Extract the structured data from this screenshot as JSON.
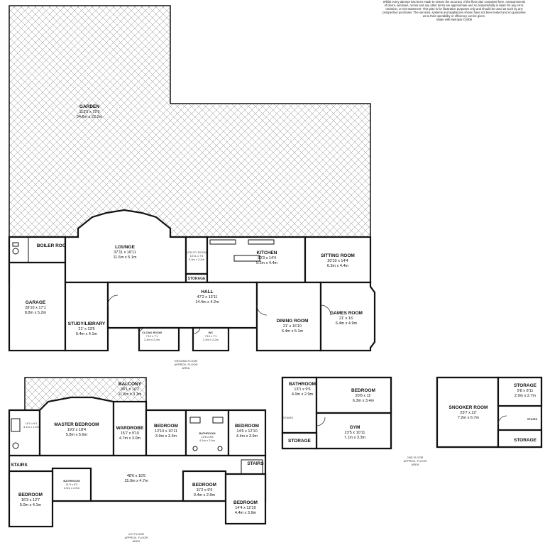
{
  "disclaimer": [
    "Whilst every attempt has been made to ensure the accuracy of the floor plan contained here, measurements",
    "of doors, windows, rooms and any other items are approximate and no responsibility is taken for any error,",
    "omission, or mis-statement. This plan is for illustrative purposes only and should be used as such by any",
    "prospective purchaser. The services, systems and appliances shown have not been tested and no guarantee",
    "as to their operability or efficiency can be given.",
    "Made with Metropix ©2009"
  ],
  "ground_floor": {
    "garden": {
      "name": "GARDEN",
      "dim_imperial": "113'5 x 72'9",
      "dim_metric": "34.6m x 22.2m"
    },
    "boiler_room": {
      "name": "BOILER ROOM"
    },
    "lounge": {
      "name": "LOUNGE",
      "dim_imperial": "37'11 x 16'11",
      "dim_metric": "11.6m x 5.1m"
    },
    "utility": {
      "name": "UTILITY ROOM",
      "dim_imperial": "10'11 x 7'3",
      "dim_metric": "3.3m x 2.2m"
    },
    "storage": {
      "name": "STORAGE"
    },
    "kitchen": {
      "name": "KITCHEN",
      "dim_imperial": "30'3 x 14'4",
      "dim_metric": "9.2m x 4.4m"
    },
    "sitting_room": {
      "name": "SITTING ROOM",
      "dim_imperial": "20'10 x 14'4",
      "dim_metric": "6.3m x 4.4m"
    },
    "garage": {
      "name": "GARAGE",
      "dim_imperial": "28'10 x 17'1",
      "dim_metric": "8.8m x 5.2m"
    },
    "hall": {
      "name": "HALL",
      "dim_imperial": "47'2 x 13'11",
      "dim_metric": "14.4m x 4.2m"
    },
    "study": {
      "name": "STUDY/LIBRARY",
      "dim_imperial": "21' x 13'5",
      "dim_metric": "6.4m x 4.1m"
    },
    "cloak_room": {
      "name": "CLOAK ROOM",
      "dim_imperial": "7'10 x 7'1",
      "dim_metric": "2.4m x 2.2m"
    },
    "wc": {
      "name": "WC",
      "dim_imperial": "7'10 x 7'1",
      "dim_metric": "2.4m x 2.2m"
    },
    "dining_room": {
      "name": "DINING ROOM",
      "dim_imperial": "21' x 16'10",
      "dim_metric": "6.4m x 5.1m"
    },
    "games_room": {
      "name": "GAMES ROOM",
      "dim_imperial": "21' x 16'",
      "dim_metric": "6.4m x 4.9m"
    },
    "floor_label": [
      "GROUND FLOOR",
      "APPROX. FLOOR",
      "AREA"
    ]
  },
  "first_floor": {
    "balcony": {
      "name": "BALCONY",
      "dim_imperial": "38'1 x 10'2",
      "dim_metric": "11.6m x 3.1m"
    },
    "master_bedroom": {
      "name": "MASTER BEDROOM",
      "dim_imperial": "19'2 x 18'4",
      "dim_metric": "5.8m x 5.6m"
    },
    "wardrobe": {
      "name": "WARDROBE",
      "dim_imperial": "15'7 x 9'10",
      "dim_metric": "4.7m x 3.0m"
    },
    "bedroom_a": {
      "name": "BEDROOM",
      "dim_imperial": "12'10 x 10'11",
      "dim_metric": "3.9m x 3.3m"
    },
    "bedroom_b": {
      "name": "BEDROOM",
      "dim_imperial": "14'6 x 12'10",
      "dim_metric": "4.4m x 3.9m"
    },
    "ensuite_left": {
      "name": "",
      "dim_imperial": "10'1 x 6'1",
      "dim_metric": "3.1m x 1.9m"
    },
    "bathroom_mid": {
      "name": "BATHROOM",
      "dim_imperial": "13'6 x 8'8",
      "dim_metric": "4.1m x 2.6m"
    },
    "landing": {
      "name": "",
      "dim_imperial": "48'6 x 15'5",
      "dim_metric": "15.0m x 4.7m"
    },
    "stairs_left": {
      "name": "STAIRS"
    },
    "stairs_right": {
      "name": "STAIRS"
    },
    "bathroom_low": {
      "name": "BATHROOM",
      "dim_imperial": "11'9 x 8'2",
      "dim_metric": "3.6m x 2.5m"
    },
    "bedroom_c": {
      "name": "BEDROOM",
      "dim_imperial": "16'3 x 12'7",
      "dim_metric": "5.0m x 4.1m"
    },
    "bedroom_d": {
      "name": "BEDROOM",
      "dim_imperial": "11'2 x 9'6",
      "dim_metric": "3.4m x 2.9m"
    },
    "bedroom_e": {
      "name": "BEDROOM",
      "dim_imperial": "14'4 x 12'10",
      "dim_metric": "4.4m x 3.9m"
    },
    "floor_label": [
      "1ST FLOOR",
      "APPROX. FLOOR",
      "AREA"
    ]
  },
  "second_floor": {
    "bathroom": {
      "name": "BATHROOM",
      "dim_imperial": "13'1 x 9'6",
      "dim_metric": "4.0m x 2.9m"
    },
    "bedroom": {
      "name": "BEDROOM",
      "dim_imperial": "20'8 x 11'",
      "dim_metric": "6.3m x 3.4m"
    },
    "gym": {
      "name": "GYM",
      "dim_imperial": "23'5 x 10'11",
      "dim_metric": "7.1m x 3.3m"
    },
    "storage": {
      "name": "STORAGE"
    },
    "stairs": {
      "name": "STAIRS"
    },
    "floor_label": [
      "2ND FLOOR",
      "APPROX. FLOOR",
      "AREA"
    ]
  },
  "basement": {
    "snooker": {
      "name": "SNOOKER ROOM",
      "dim_imperial": "23'7 x 22'",
      "dim_metric": "7.2m x 6.7m"
    },
    "storage_top": {
      "name": "STORAGE",
      "dim_imperial": "9'8 x 8'11",
      "dim_metric": "2.9m x 2.7m"
    },
    "storage_bottom": {
      "name": "STORAGE"
    },
    "stairs": {
      "name": "STAIRS"
    }
  }
}
